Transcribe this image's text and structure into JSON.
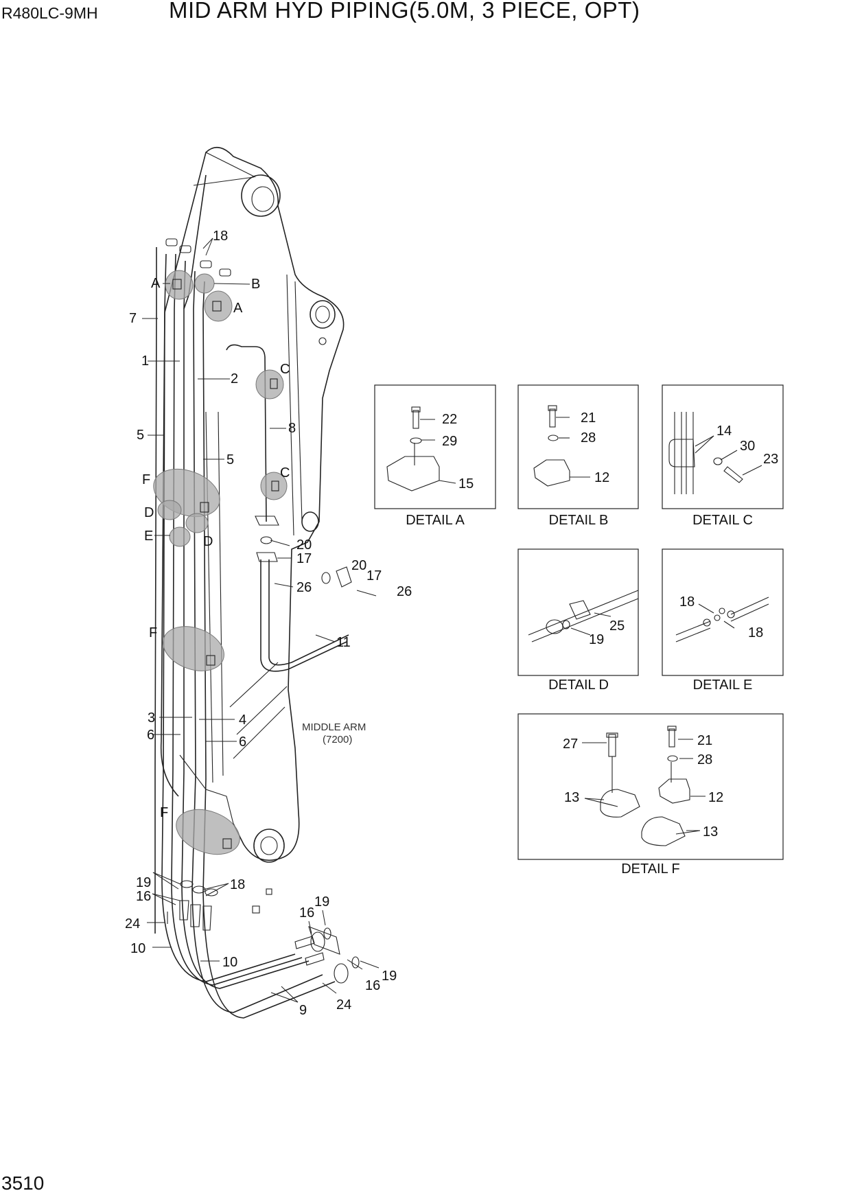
{
  "header": {
    "model": "R480LC-9MH",
    "title": "MID ARM HYD PIPING(5.0M, 3 PIECE, OPT)"
  },
  "footer": {
    "page_number": "3510"
  },
  "main_view": {
    "arm_label": "MIDDLE ARM",
    "arm_length": "(7200)",
    "callouts": {
      "c18a": "18",
      "cA1": "A",
      "cB": "B",
      "cA2": "A",
      "c7": "7",
      "c1": "1",
      "c2": "2",
      "cC1": "C",
      "c8": "8",
      "c5a": "5",
      "c5b": "5",
      "cF1": "F",
      "cC2": "C",
      "cD1": "D",
      "cE": "E",
      "cD2": "D",
      "c20a": "20",
      "c17a": "17",
      "c26a": "26",
      "c20b": "20",
      "c17b": "17",
      "c26b": "26",
      "c11": "11",
      "cF2": "F",
      "c3": "3",
      "c4": "4",
      "c6a": "6",
      "c6b": "6",
      "cF3": "F",
      "c19a": "19",
      "c18b": "18",
      "c16a": "16",
      "c24a": "24",
      "c10a": "10",
      "c10b": "10",
      "c16b": "16",
      "c19b": "19",
      "c16c": "16",
      "c19c": "19",
      "c24b": "24",
      "c9": "9"
    }
  },
  "details": {
    "A": {
      "caption": "DETAIL A",
      "callouts": [
        "22",
        "29",
        "15"
      ]
    },
    "B": {
      "caption": "DETAIL B",
      "callouts": [
        "21",
        "28",
        "12"
      ]
    },
    "C": {
      "caption": "DETAIL C",
      "callouts": [
        "14",
        "30",
        "23"
      ]
    },
    "D": {
      "caption": "DETAIL D",
      "callouts": [
        "25",
        "19"
      ]
    },
    "E": {
      "caption": "DETAIL E",
      "callouts": [
        "18",
        "18"
      ]
    },
    "F": {
      "caption": "DETAIL F",
      "callouts": [
        "27",
        "21",
        "28",
        "13",
        "12",
        "13"
      ]
    }
  }
}
